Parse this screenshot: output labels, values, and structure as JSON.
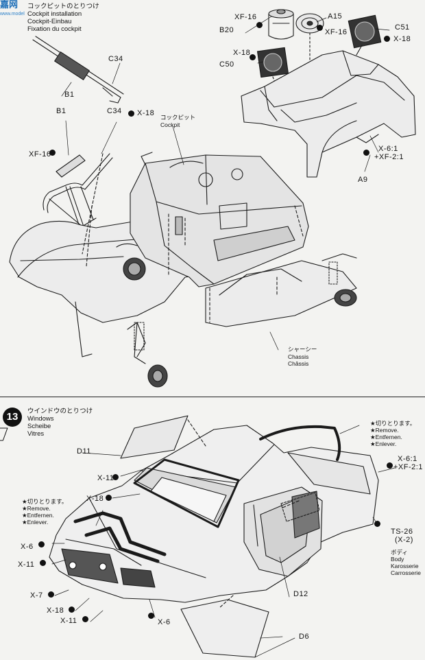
{
  "watermark": {
    "text": "嘉网",
    "sub": "www.model"
  },
  "step12": {
    "title_jp": "コックピットのとりつけ",
    "title_en": "Cockpit installation",
    "title_de": "Cockpit-Einbau",
    "title_fr": "Fixation du cockpit",
    "cockpit_jp": "コックピット",
    "cockpit_en": "Cockpit",
    "chassis_jp": "シャーシー",
    "chassis_en": "Chassis",
    "chassis_fr": "Châssis"
  },
  "step13": {
    "number": "13",
    "title_jp": "ウインドウのとりつけ",
    "title_en": "Windows",
    "title_de": "Scheibe",
    "title_fr": "Vitres",
    "remove_jp": "★切りとります。",
    "remove_en": "★Remove.",
    "remove_de": "★Entfernen.",
    "remove_fr": "★Enlever.",
    "body_jp": "ボディ",
    "body_en": "Body",
    "body_de": "Karosserie",
    "body_fr": "Carrosserie"
  },
  "labels": {
    "xf16_a": "XF-16",
    "b20": "B20",
    "a15": "A15",
    "xf16_b": "XF-16",
    "c51": "C51",
    "x18_a": "X-18",
    "x18_b": "X-18",
    "c50": "C50",
    "c34_a": "C34",
    "b1_a": "B1",
    "b1_b": "B1",
    "c34_b": "C34",
    "x18_c": "X-18",
    "xf16_c": "XF-16",
    "mix_a1": "X-6:1",
    "mix_a2": "+XF-2:1",
    "a9": "A9",
    "d11": "D11",
    "x11_a": "X-11",
    "x18_d": "X-18",
    "mix_b1": "X-6:1",
    "mix_b2": "+XF-2:1",
    "ts26": "TS-26",
    "ts26_x2": "(X-2)",
    "x6_a": "X-6",
    "x11_b": "X-11",
    "x7": "X-7",
    "x18_e": "X-18",
    "x11_c": "X-11",
    "x6_b": "X-6",
    "d12": "D12",
    "d6": "D6"
  }
}
